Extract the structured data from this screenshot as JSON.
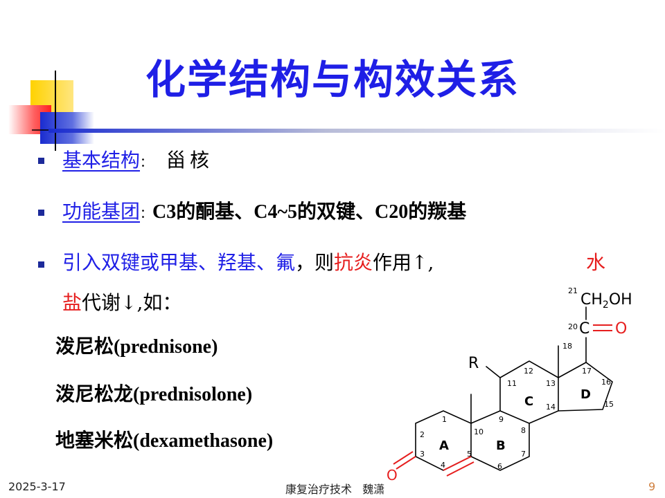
{
  "slide": {
    "title": "化学结构与构效关系",
    "bullets": [
      {
        "label": "基本结构",
        "sep": "：",
        "text": "甾核"
      },
      {
        "label": "功能基团",
        "sep": "：",
        "text": "C3的酮基、C4~5的双键、C20的羰基"
      },
      {
        "p1": "引入双键或甲基、羟基、氟",
        "p2": "，则",
        "p3": "抗炎",
        "p4": "作用↑,",
        "p5": "水",
        "p6": "盐",
        "p7": "代谢↓,如："
      }
    ],
    "examples": [
      "泼尼松(prednisone)",
      "泼尼松龙(prednisolone)",
      "地塞米松(dexamethasone)"
    ]
  },
  "structure": {
    "side_chain": "CH2OH",
    "carbonyl_o": "O",
    "ketone_o": "O",
    "substituent": "R",
    "ring_letters": [
      "A",
      "B",
      "C",
      "D"
    ],
    "carbon_numbers": [
      "1",
      "2",
      "3",
      "4",
      "5",
      "6",
      "7",
      "8",
      "9",
      "10",
      "11",
      "12",
      "13",
      "14",
      "15",
      "16",
      "17",
      "18",
      "20",
      "21"
    ]
  },
  "footer": {
    "date": "2025-3-17",
    "center": "康复治疗技术   魏潇",
    "page": "9"
  },
  "colors": {
    "title": "#1f1fe6",
    "highlight": "#e61e1e",
    "bullet": "#1c2a9a"
  }
}
